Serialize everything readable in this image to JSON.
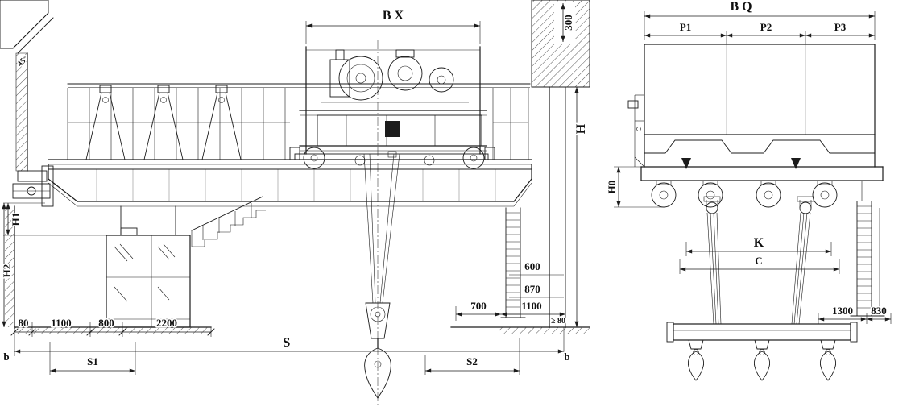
{
  "colors": {
    "ink": "#1c1c1c",
    "paper": "#ffffff"
  },
  "front_view": {
    "bx": "B X",
    "deg45": "45°",
    "d300": "300",
    "h": "H",
    "h1": "H1",
    "h2": "H2",
    "d600": "600",
    "d870": "870",
    "d700": "700",
    "d1100_right": "1100",
    "ge80": "≥ 80",
    "d80": "80",
    "d1100": "1100",
    "d800": "800",
    "d2200": "2200",
    "s": "S",
    "s1": "S1",
    "s2": "S2",
    "b_left": "b",
    "b_right": "b"
  },
  "side_view": {
    "bq": "B Q",
    "p1": "P1",
    "p2": "P2",
    "p3": "P3",
    "h0": "H0",
    "k": "K",
    "c": "C",
    "d1300": "1300",
    "d830": "830"
  }
}
